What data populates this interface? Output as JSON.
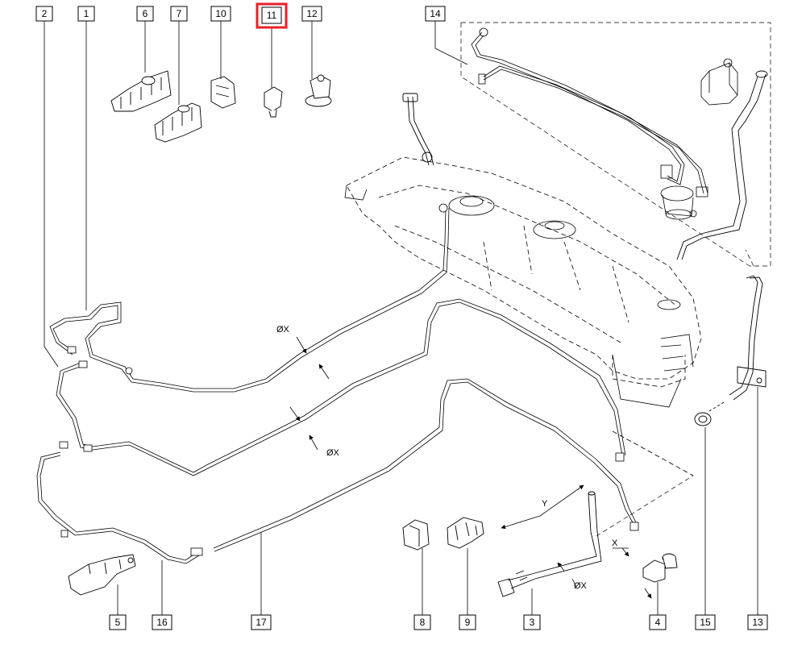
{
  "diagram": {
    "callouts": [
      {
        "id": "c2",
        "label": "2"
      },
      {
        "id": "c1",
        "label": "1"
      },
      {
        "id": "c6",
        "label": "6"
      },
      {
        "id": "c7",
        "label": "7"
      },
      {
        "id": "c10",
        "label": "10"
      },
      {
        "id": "c11",
        "label": "11",
        "highlighted": true
      },
      {
        "id": "c12",
        "label": "12"
      },
      {
        "id": "c14",
        "label": "14"
      },
      {
        "id": "c5",
        "label": "5"
      },
      {
        "id": "c16",
        "label": "16"
      },
      {
        "id": "c17",
        "label": "17"
      },
      {
        "id": "c8",
        "label": "8"
      },
      {
        "id": "c9",
        "label": "9"
      },
      {
        "id": "c3",
        "label": "3"
      },
      {
        "id": "c4",
        "label": "4"
      },
      {
        "id": "c15",
        "label": "15"
      },
      {
        "id": "c13",
        "label": "13"
      }
    ],
    "dimension_labels": {
      "diameter_a": "ØX",
      "diameter_b": "ØX",
      "diameter_c": "ØX",
      "length_y": "Y",
      "width_x": "X"
    },
    "colors": {
      "line": "#000000",
      "highlight": "#e8202a",
      "background": "#ffffff"
    }
  }
}
